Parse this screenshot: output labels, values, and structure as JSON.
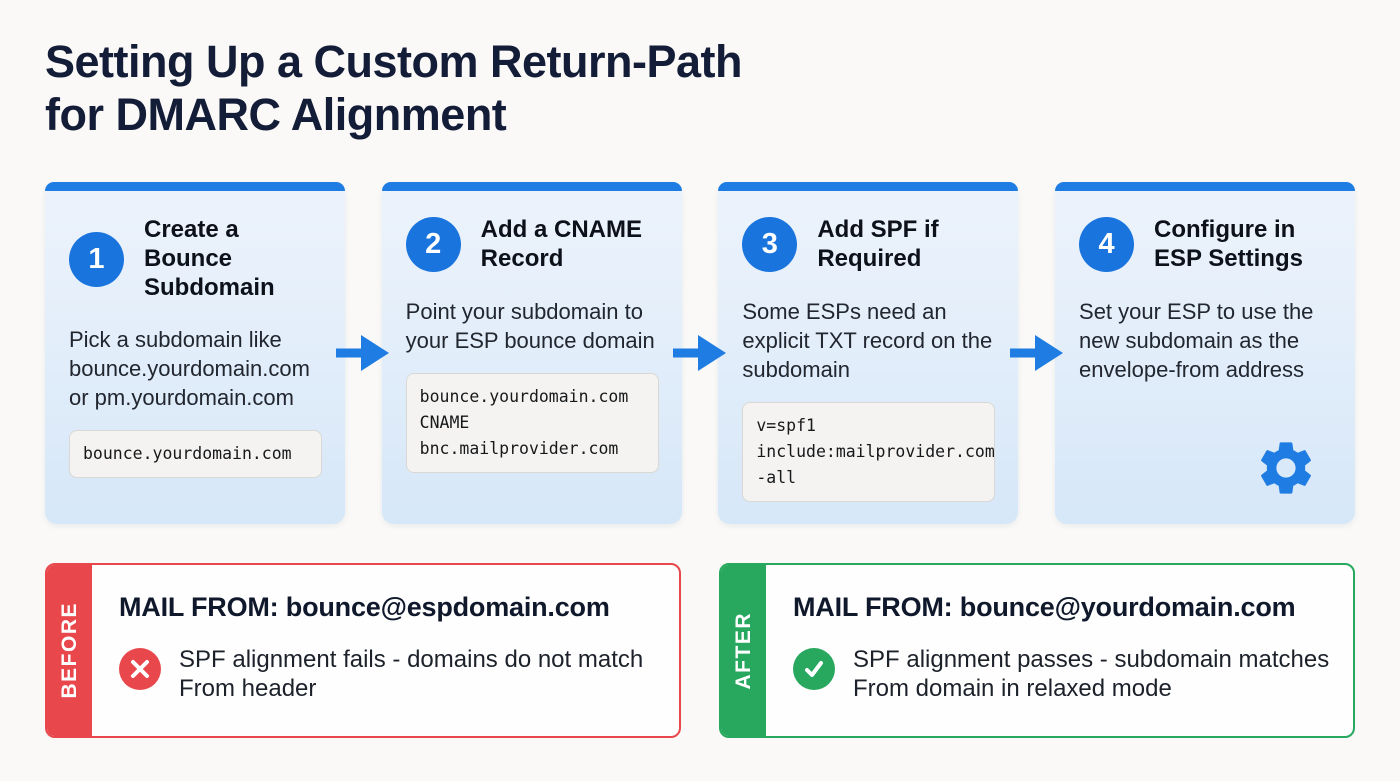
{
  "page": {
    "title_line1": "Setting Up a Custom Return-Path",
    "title_line2": "for DMARC Alignment"
  },
  "colors": {
    "accent_blue": "#1e7ce2",
    "step_circle_blue": "#1a74de",
    "card_bg_top": "#edf3fc",
    "card_bg_bottom": "#d6e7f8",
    "error_red": "#e8484c",
    "success_green": "#27a85e",
    "heading_navy": "#141d38",
    "code_bg": "#f4f3f1",
    "code_border": "#d9d8d4",
    "page_bg": "#faf9f7"
  },
  "steps": [
    {
      "number": "1",
      "title": "Create a Bounce Subdomain",
      "description": "Pick a subdomain like bounce.yourdomain.com or pm.yourdomain.com",
      "code_lines": [
        "bounce.yourdomain.com"
      ]
    },
    {
      "number": "2",
      "title": "Add a CNAME Record",
      "description": "Point your subdomain to your ESP bounce domain",
      "code_lines": [
        "bounce.yourdomain.com",
        "CNAME",
        "bnc.mailprovider.com"
      ]
    },
    {
      "number": "3",
      "title": "Add SPF if Required",
      "description": "Some ESPs need an explicit TXT record on the subdomain",
      "code_lines": [
        "v=spf1",
        "include:mailprovider.com",
        "-all"
      ]
    },
    {
      "number": "4",
      "title": "Configure in ESP Settings",
      "description": "Set your ESP to use the new subdomain as the envelope-from address",
      "icon": "gear-icon"
    }
  ],
  "comparison": {
    "before": {
      "label": "BEFORE",
      "title": "MAIL FROM: bounce@espdomain.com",
      "description": "SPF alignment fails - domains do not match From header",
      "icon": "x-circle-icon"
    },
    "after": {
      "label": "AFTER",
      "title": "MAIL FROM: bounce@yourdomain.com",
      "description": "SPF alignment passes - subdomain matches From domain in relaxed mode",
      "icon": "check-circle-icon"
    }
  }
}
